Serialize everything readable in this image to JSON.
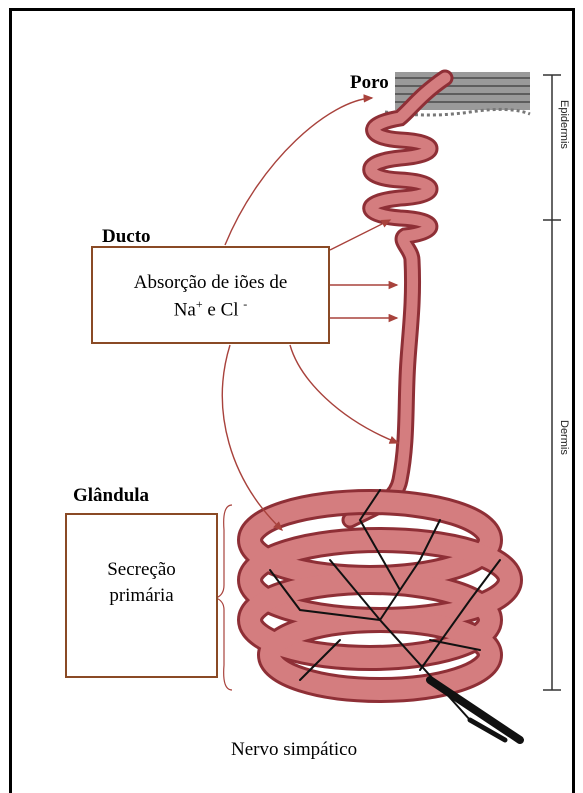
{
  "labels": {
    "poro": "Poro",
    "ducto": "Ducto",
    "glandula": "Glândula",
    "nervo": "Nervo simpático"
  },
  "boxes": {
    "absorcao_line1": "Absorção de iões de",
    "absorcao_na": "Na",
    "absorcao_plus": "+",
    "absorcao_e": " e Cl ",
    "absorcao_minus": "-",
    "secrecao_line1": "Secreção",
    "secrecao_line2": "primária"
  },
  "scale": {
    "epidermis": "Epidermis",
    "dermis": "Dermis"
  },
  "colors": {
    "tube": "#b9494f",
    "tube_fill": "#d77a7d",
    "arrow": "#a8423c",
    "box_border": "#8a4a25"
  }
}
